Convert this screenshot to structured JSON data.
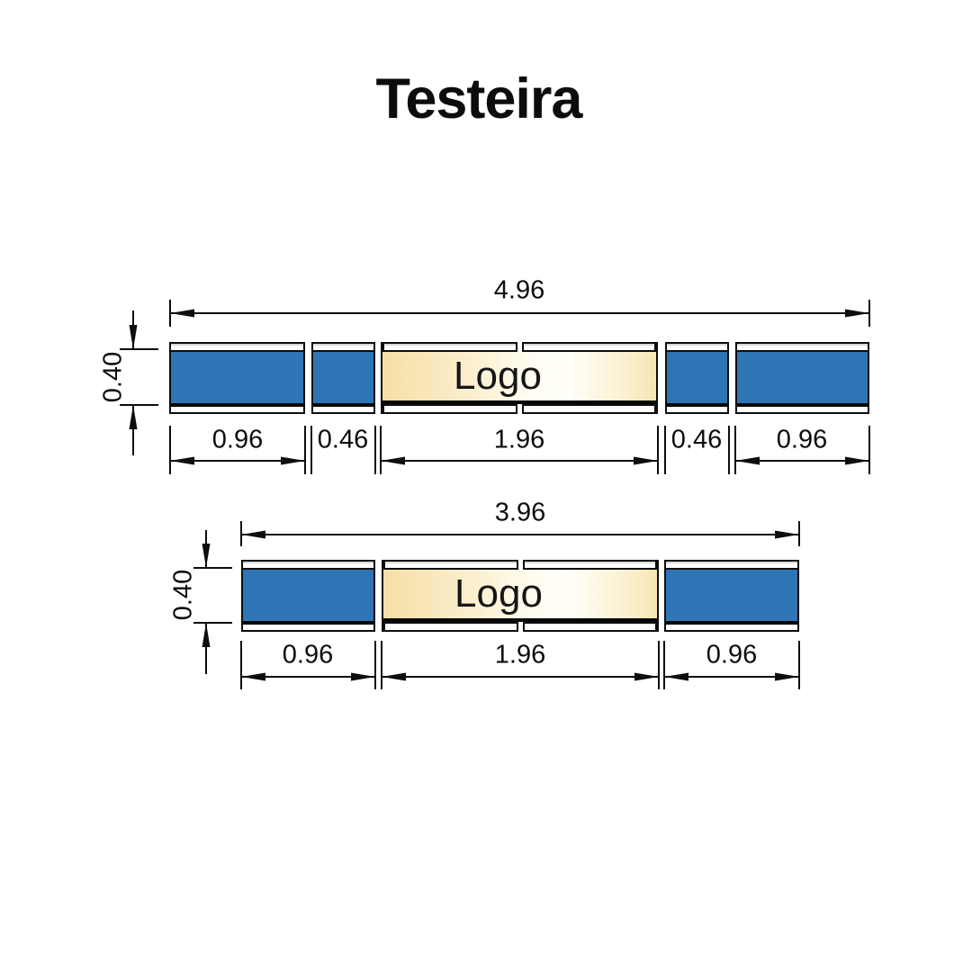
{
  "title": "Testeira",
  "colors": {
    "panel_blue": "#2e75b6",
    "logo_cream_edge": "#f6dfa6",
    "logo_cream_center": "#fffef8",
    "outline": "#0d0d0d",
    "background": "#ffffff"
  },
  "diagrams": [
    {
      "name": "testeira-5-modulos",
      "total_width": "4.96",
      "panel_height": "0.40",
      "logo_label": "Logo",
      "segment_widths": [
        "0.96",
        "0.46",
        "1.96",
        "0.46",
        "0.96"
      ]
    },
    {
      "name": "testeira-3-modulos",
      "total_width": "3.96",
      "panel_height": "0.40",
      "logo_label": "Logo",
      "segment_widths": [
        "0.96",
        "1.96",
        "0.96"
      ]
    }
  ]
}
